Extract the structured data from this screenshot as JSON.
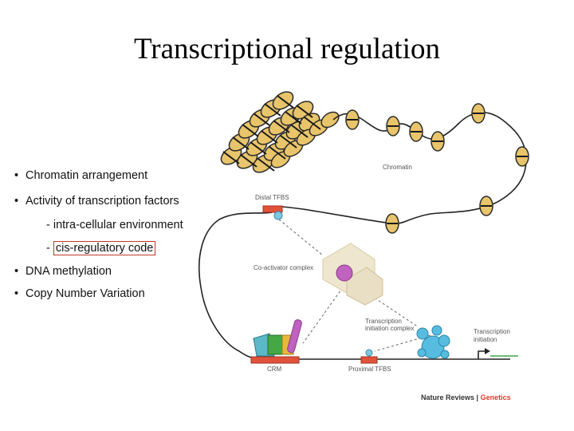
{
  "title": "Transcriptional regulation",
  "bullets": [
    {
      "text": "Chromatin arrangement"
    },
    {
      "text": "Activity of transcription factors"
    },
    {
      "text": "- intra-cellular environment"
    },
    {
      "prefix": "- ",
      "text": "cis-regulatory code"
    },
    {
      "text": "DNA methylation"
    },
    {
      "text": "Copy Number Variation"
    }
  ],
  "figure": {
    "chromatin": "Chromatin",
    "distal_tfbs": "Distal TFBS",
    "coactivator": "Co-activator complex",
    "tic_line1": "Transcription",
    "tic_line2": "initiation complex",
    "ti_line1": "Transcription",
    "ti_line2": "initiation",
    "crm": "CRM",
    "proximal_tfbs": "Proximal TFBS",
    "brand_left": "Nature Reviews",
    "brand_sep": " | ",
    "brand_right": "Genetics",
    "colors": {
      "tfbs": "#e0533a",
      "dna_line": "#222222",
      "green_line": "#3aa64a",
      "genetics_red": "#e03a2a"
    }
  }
}
